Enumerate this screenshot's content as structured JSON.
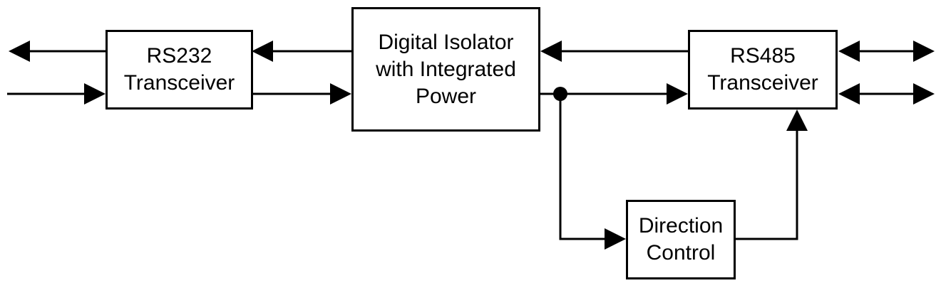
{
  "diagram": {
    "blocks": {
      "rs232": {
        "line1": "RS232",
        "line2": "Transceiver"
      },
      "isolator": {
        "line1": "Digital Isolator",
        "line2": "with Integrated",
        "line3": "Power"
      },
      "rs485": {
        "line1": "RS485",
        "line2": "Transceiver"
      },
      "direction": {
        "line1": "Direction",
        "line2": "Control"
      }
    },
    "colors": {
      "line": "#000000",
      "background": "#ffffff"
    }
  }
}
